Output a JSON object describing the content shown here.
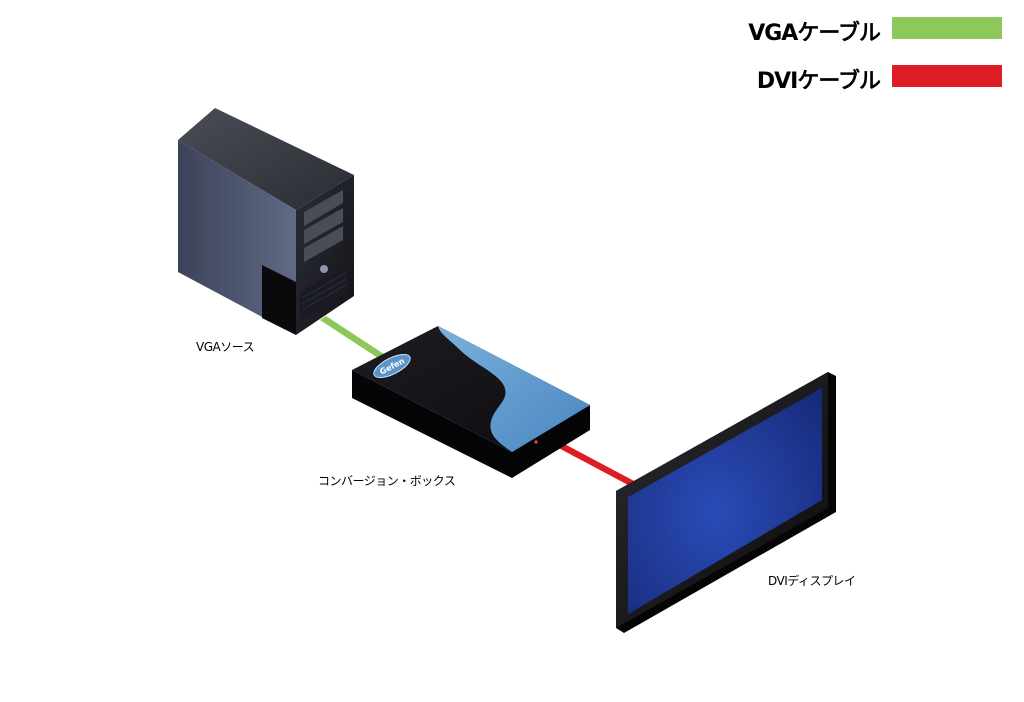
{
  "legend": {
    "vga_label": "VGAケーブル",
    "dvi_label": "DVIケーブル"
  },
  "nodes": {
    "source_label": "VGAソース",
    "converter_label": "コンバージョン・ボックス",
    "display_label": "DVIディスプレイ",
    "logo_text": "Gefen"
  },
  "colors": {
    "vga_cable": "#8cc85a",
    "dvi_cable": "#dd1c24",
    "screen": "#1f3a9a",
    "box_accent": "#5a94c8"
  }
}
